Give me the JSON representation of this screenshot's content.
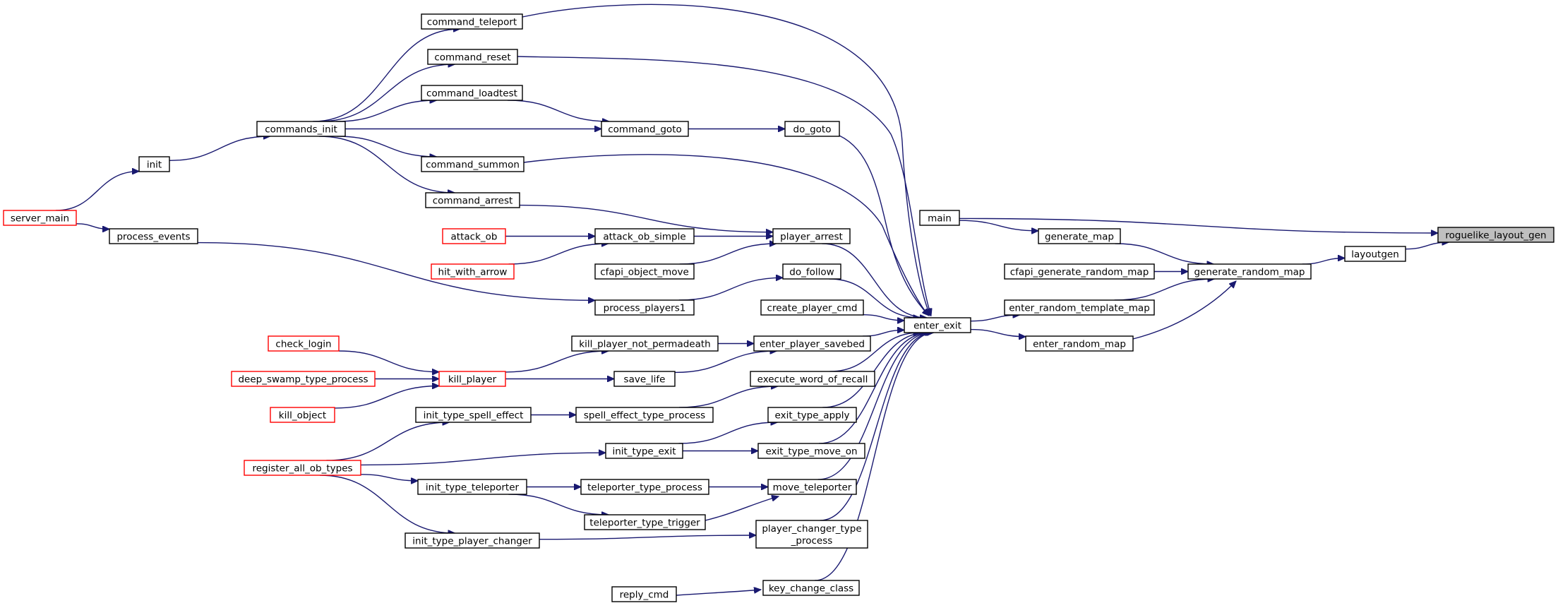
{
  "diagram": {
    "kind": "doxygen-caller-graph",
    "focus_node": "roguelike_layout_gen",
    "colors": {
      "edge": "#191970",
      "node_border": "#000000",
      "truncated_node_border": "#ff0000",
      "focus_fill": "#bfbfbf"
    },
    "nodes": [
      {
        "id": "roguelike_layout_gen",
        "label": [
          "roguelike_layout_gen"
        ],
        "style": "focus"
      },
      {
        "id": "layoutgen",
        "label": [
          "layoutgen"
        ],
        "style": "normal"
      },
      {
        "id": "main",
        "label": [
          "main"
        ],
        "style": "normal"
      },
      {
        "id": "generate_random_map",
        "label": [
          "generate_random_map"
        ],
        "style": "normal"
      },
      {
        "id": "generate_map",
        "label": [
          "generate_map"
        ],
        "style": "normal"
      },
      {
        "id": "cfapi_generate_random_map",
        "label": [
          "cfapi_generate_random_map"
        ],
        "style": "normal"
      },
      {
        "id": "enter_random_template_map",
        "label": [
          "enter_random_template_map"
        ],
        "style": "normal"
      },
      {
        "id": "enter_random_map",
        "label": [
          "enter_random_map"
        ],
        "style": "normal"
      },
      {
        "id": "enter_exit",
        "label": [
          "enter_exit"
        ],
        "style": "normal"
      },
      {
        "id": "command_teleport",
        "label": [
          "command_teleport"
        ],
        "style": "normal"
      },
      {
        "id": "command_reset",
        "label": [
          "command_reset"
        ],
        "style": "normal"
      },
      {
        "id": "command_loadtest",
        "label": [
          "command_loadtest"
        ],
        "style": "normal"
      },
      {
        "id": "commands_init",
        "label": [
          "commands_init"
        ],
        "style": "normal"
      },
      {
        "id": "command_goto",
        "label": [
          "command_goto"
        ],
        "style": "normal"
      },
      {
        "id": "do_goto",
        "label": [
          "do_goto"
        ],
        "style": "normal"
      },
      {
        "id": "command_summon",
        "label": [
          "command_summon"
        ],
        "style": "normal"
      },
      {
        "id": "command_arrest",
        "label": [
          "command_arrest"
        ],
        "style": "normal"
      },
      {
        "id": "init",
        "label": [
          "init"
        ],
        "style": "normal"
      },
      {
        "id": "server_main",
        "label": [
          "server_main"
        ],
        "style": "truncated"
      },
      {
        "id": "process_events",
        "label": [
          "process_events"
        ],
        "style": "normal"
      },
      {
        "id": "attack_ob",
        "label": [
          "attack_ob"
        ],
        "style": "truncated"
      },
      {
        "id": "attack_ob_simple",
        "label": [
          "attack_ob_simple"
        ],
        "style": "normal"
      },
      {
        "id": "player_arrest",
        "label": [
          "player_arrest"
        ],
        "style": "normal"
      },
      {
        "id": "hit_with_arrow",
        "label": [
          "hit_with_arrow"
        ],
        "style": "truncated"
      },
      {
        "id": "cfapi_object_move",
        "label": [
          "cfapi_object_move"
        ],
        "style": "normal"
      },
      {
        "id": "do_follow",
        "label": [
          "do_follow"
        ],
        "style": "normal"
      },
      {
        "id": "process_players1",
        "label": [
          "process_players1"
        ],
        "style": "normal"
      },
      {
        "id": "create_player_cmd",
        "label": [
          "create_player_cmd"
        ],
        "style": "normal"
      },
      {
        "id": "check_login",
        "label": [
          "check_login"
        ],
        "style": "truncated"
      },
      {
        "id": "kill_player_not_permadeath",
        "label": [
          "kill_player_not_permadeath"
        ],
        "style": "normal"
      },
      {
        "id": "enter_player_savebed",
        "label": [
          "enter_player_savebed"
        ],
        "style": "normal"
      },
      {
        "id": "deep_swamp_type_process",
        "label": [
          "deep_swamp_type_process"
        ],
        "style": "truncated"
      },
      {
        "id": "kill_player",
        "label": [
          "kill_player"
        ],
        "style": "truncated"
      },
      {
        "id": "save_life",
        "label": [
          "save_life"
        ],
        "style": "normal"
      },
      {
        "id": "execute_word_of_recall",
        "label": [
          "execute_word_of_recall"
        ],
        "style": "normal"
      },
      {
        "id": "kill_object",
        "label": [
          "kill_object"
        ],
        "style": "truncated"
      },
      {
        "id": "init_type_spell_effect",
        "label": [
          "init_type_spell_effect"
        ],
        "style": "normal"
      },
      {
        "id": "spell_effect_type_process",
        "label": [
          "spell_effect_type_process"
        ],
        "style": "normal"
      },
      {
        "id": "exit_type_apply",
        "label": [
          "exit_type_apply"
        ],
        "style": "normal"
      },
      {
        "id": "register_all_ob_types",
        "label": [
          "register_all_ob_types"
        ],
        "style": "truncated"
      },
      {
        "id": "init_type_exit",
        "label": [
          "init_type_exit"
        ],
        "style": "normal"
      },
      {
        "id": "exit_type_move_on",
        "label": [
          "exit_type_move_on"
        ],
        "style": "normal"
      },
      {
        "id": "init_type_teleporter",
        "label": [
          "init_type_teleporter"
        ],
        "style": "normal"
      },
      {
        "id": "teleporter_type_process",
        "label": [
          "teleporter_type_process"
        ],
        "style": "normal"
      },
      {
        "id": "move_teleporter",
        "label": [
          "move_teleporter"
        ],
        "style": "normal"
      },
      {
        "id": "teleporter_type_trigger",
        "label": [
          "teleporter_type_trigger"
        ],
        "style": "normal"
      },
      {
        "id": "init_type_player_changer",
        "label": [
          "init_type_player_changer"
        ],
        "style": "normal"
      },
      {
        "id": "player_changer_type_process",
        "label": [
          "player_changer_type",
          "_process"
        ],
        "style": "normal"
      },
      {
        "id": "reply_cmd",
        "label": [
          "reply_cmd"
        ],
        "style": "normal"
      },
      {
        "id": "key_change_class",
        "label": [
          "key_change_class"
        ],
        "style": "normal"
      }
    ],
    "edges": [
      {
        "from": "layoutgen",
        "to": "roguelike_layout_gen"
      },
      {
        "from": "main",
        "to": "roguelike_layout_gen"
      },
      {
        "from": "generate_random_map",
        "to": "layoutgen"
      },
      {
        "from": "generate_map",
        "to": "generate_random_map"
      },
      {
        "from": "main",
        "to": "generate_map"
      },
      {
        "from": "cfapi_generate_random_map",
        "to": "generate_random_map"
      },
      {
        "from": "enter_random_template_map",
        "to": "generate_random_map"
      },
      {
        "from": "enter_random_map",
        "to": "generate_random_map"
      },
      {
        "from": "enter_exit",
        "to": "enter_random_template_map"
      },
      {
        "from": "enter_exit",
        "to": "enter_random_map"
      },
      {
        "from": "command_teleport",
        "to": "enter_exit"
      },
      {
        "from": "command_reset",
        "to": "enter_exit"
      },
      {
        "from": "do_goto",
        "to": "enter_exit"
      },
      {
        "from": "command_summon",
        "to": "enter_exit"
      },
      {
        "from": "player_arrest",
        "to": "enter_exit"
      },
      {
        "from": "do_follow",
        "to": "enter_exit"
      },
      {
        "from": "create_player_cmd",
        "to": "enter_exit"
      },
      {
        "from": "enter_player_savebed",
        "to": "enter_exit"
      },
      {
        "from": "execute_word_of_recall",
        "to": "enter_exit"
      },
      {
        "from": "exit_type_apply",
        "to": "enter_exit"
      },
      {
        "from": "exit_type_move_on",
        "to": "enter_exit"
      },
      {
        "from": "move_teleporter",
        "to": "enter_exit"
      },
      {
        "from": "player_changer_type_process",
        "to": "enter_exit"
      },
      {
        "from": "key_change_class",
        "to": "enter_exit"
      },
      {
        "from": "commands_init",
        "to": "command_teleport"
      },
      {
        "from": "commands_init",
        "to": "command_reset"
      },
      {
        "from": "commands_init",
        "to": "command_loadtest"
      },
      {
        "from": "commands_init",
        "to": "command_goto"
      },
      {
        "from": "commands_init",
        "to": "command_summon"
      },
      {
        "from": "commands_init",
        "to": "command_arrest"
      },
      {
        "from": "command_loadtest",
        "to": "command_goto"
      },
      {
        "from": "command_goto",
        "to": "do_goto"
      },
      {
        "from": "command_arrest",
        "to": "player_arrest"
      },
      {
        "from": "init",
        "to": "commands_init"
      },
      {
        "from": "server_main",
        "to": "init"
      },
      {
        "from": "server_main",
        "to": "process_events"
      },
      {
        "from": "process_events",
        "to": "process_players1"
      },
      {
        "from": "attack_ob",
        "to": "attack_ob_simple"
      },
      {
        "from": "hit_with_arrow",
        "to": "attack_ob_simple"
      },
      {
        "from": "attack_ob_simple",
        "to": "player_arrest"
      },
      {
        "from": "cfapi_object_move",
        "to": "player_arrest"
      },
      {
        "from": "process_players1",
        "to": "do_follow"
      },
      {
        "from": "check_login",
        "to": "kill_player"
      },
      {
        "from": "deep_swamp_type_process",
        "to": "kill_player"
      },
      {
        "from": "kill_object",
        "to": "kill_player"
      },
      {
        "from": "kill_player",
        "to": "kill_player_not_permadeath"
      },
      {
        "from": "kill_player",
        "to": "save_life"
      },
      {
        "from": "kill_player_not_permadeath",
        "to": "enter_player_savebed"
      },
      {
        "from": "save_life",
        "to": "enter_player_savebed"
      },
      {
        "from": "spell_effect_type_process",
        "to": "execute_word_of_recall"
      },
      {
        "from": "init_type_spell_effect",
        "to": "spell_effect_type_process"
      },
      {
        "from": "register_all_ob_types",
        "to": "init_type_spell_effect"
      },
      {
        "from": "register_all_ob_types",
        "to": "init_type_exit"
      },
      {
        "from": "register_all_ob_types",
        "to": "init_type_teleporter"
      },
      {
        "from": "register_all_ob_types",
        "to": "init_type_player_changer"
      },
      {
        "from": "init_type_exit",
        "to": "exit_type_apply"
      },
      {
        "from": "init_type_exit",
        "to": "exit_type_move_on"
      },
      {
        "from": "init_type_teleporter",
        "to": "teleporter_type_process"
      },
      {
        "from": "init_type_teleporter",
        "to": "teleporter_type_trigger"
      },
      {
        "from": "teleporter_type_process",
        "to": "move_teleporter"
      },
      {
        "from": "teleporter_type_trigger",
        "to": "move_teleporter"
      },
      {
        "from": "init_type_player_changer",
        "to": "player_changer_type_process"
      },
      {
        "from": "reply_cmd",
        "to": "key_change_class"
      }
    ]
  }
}
